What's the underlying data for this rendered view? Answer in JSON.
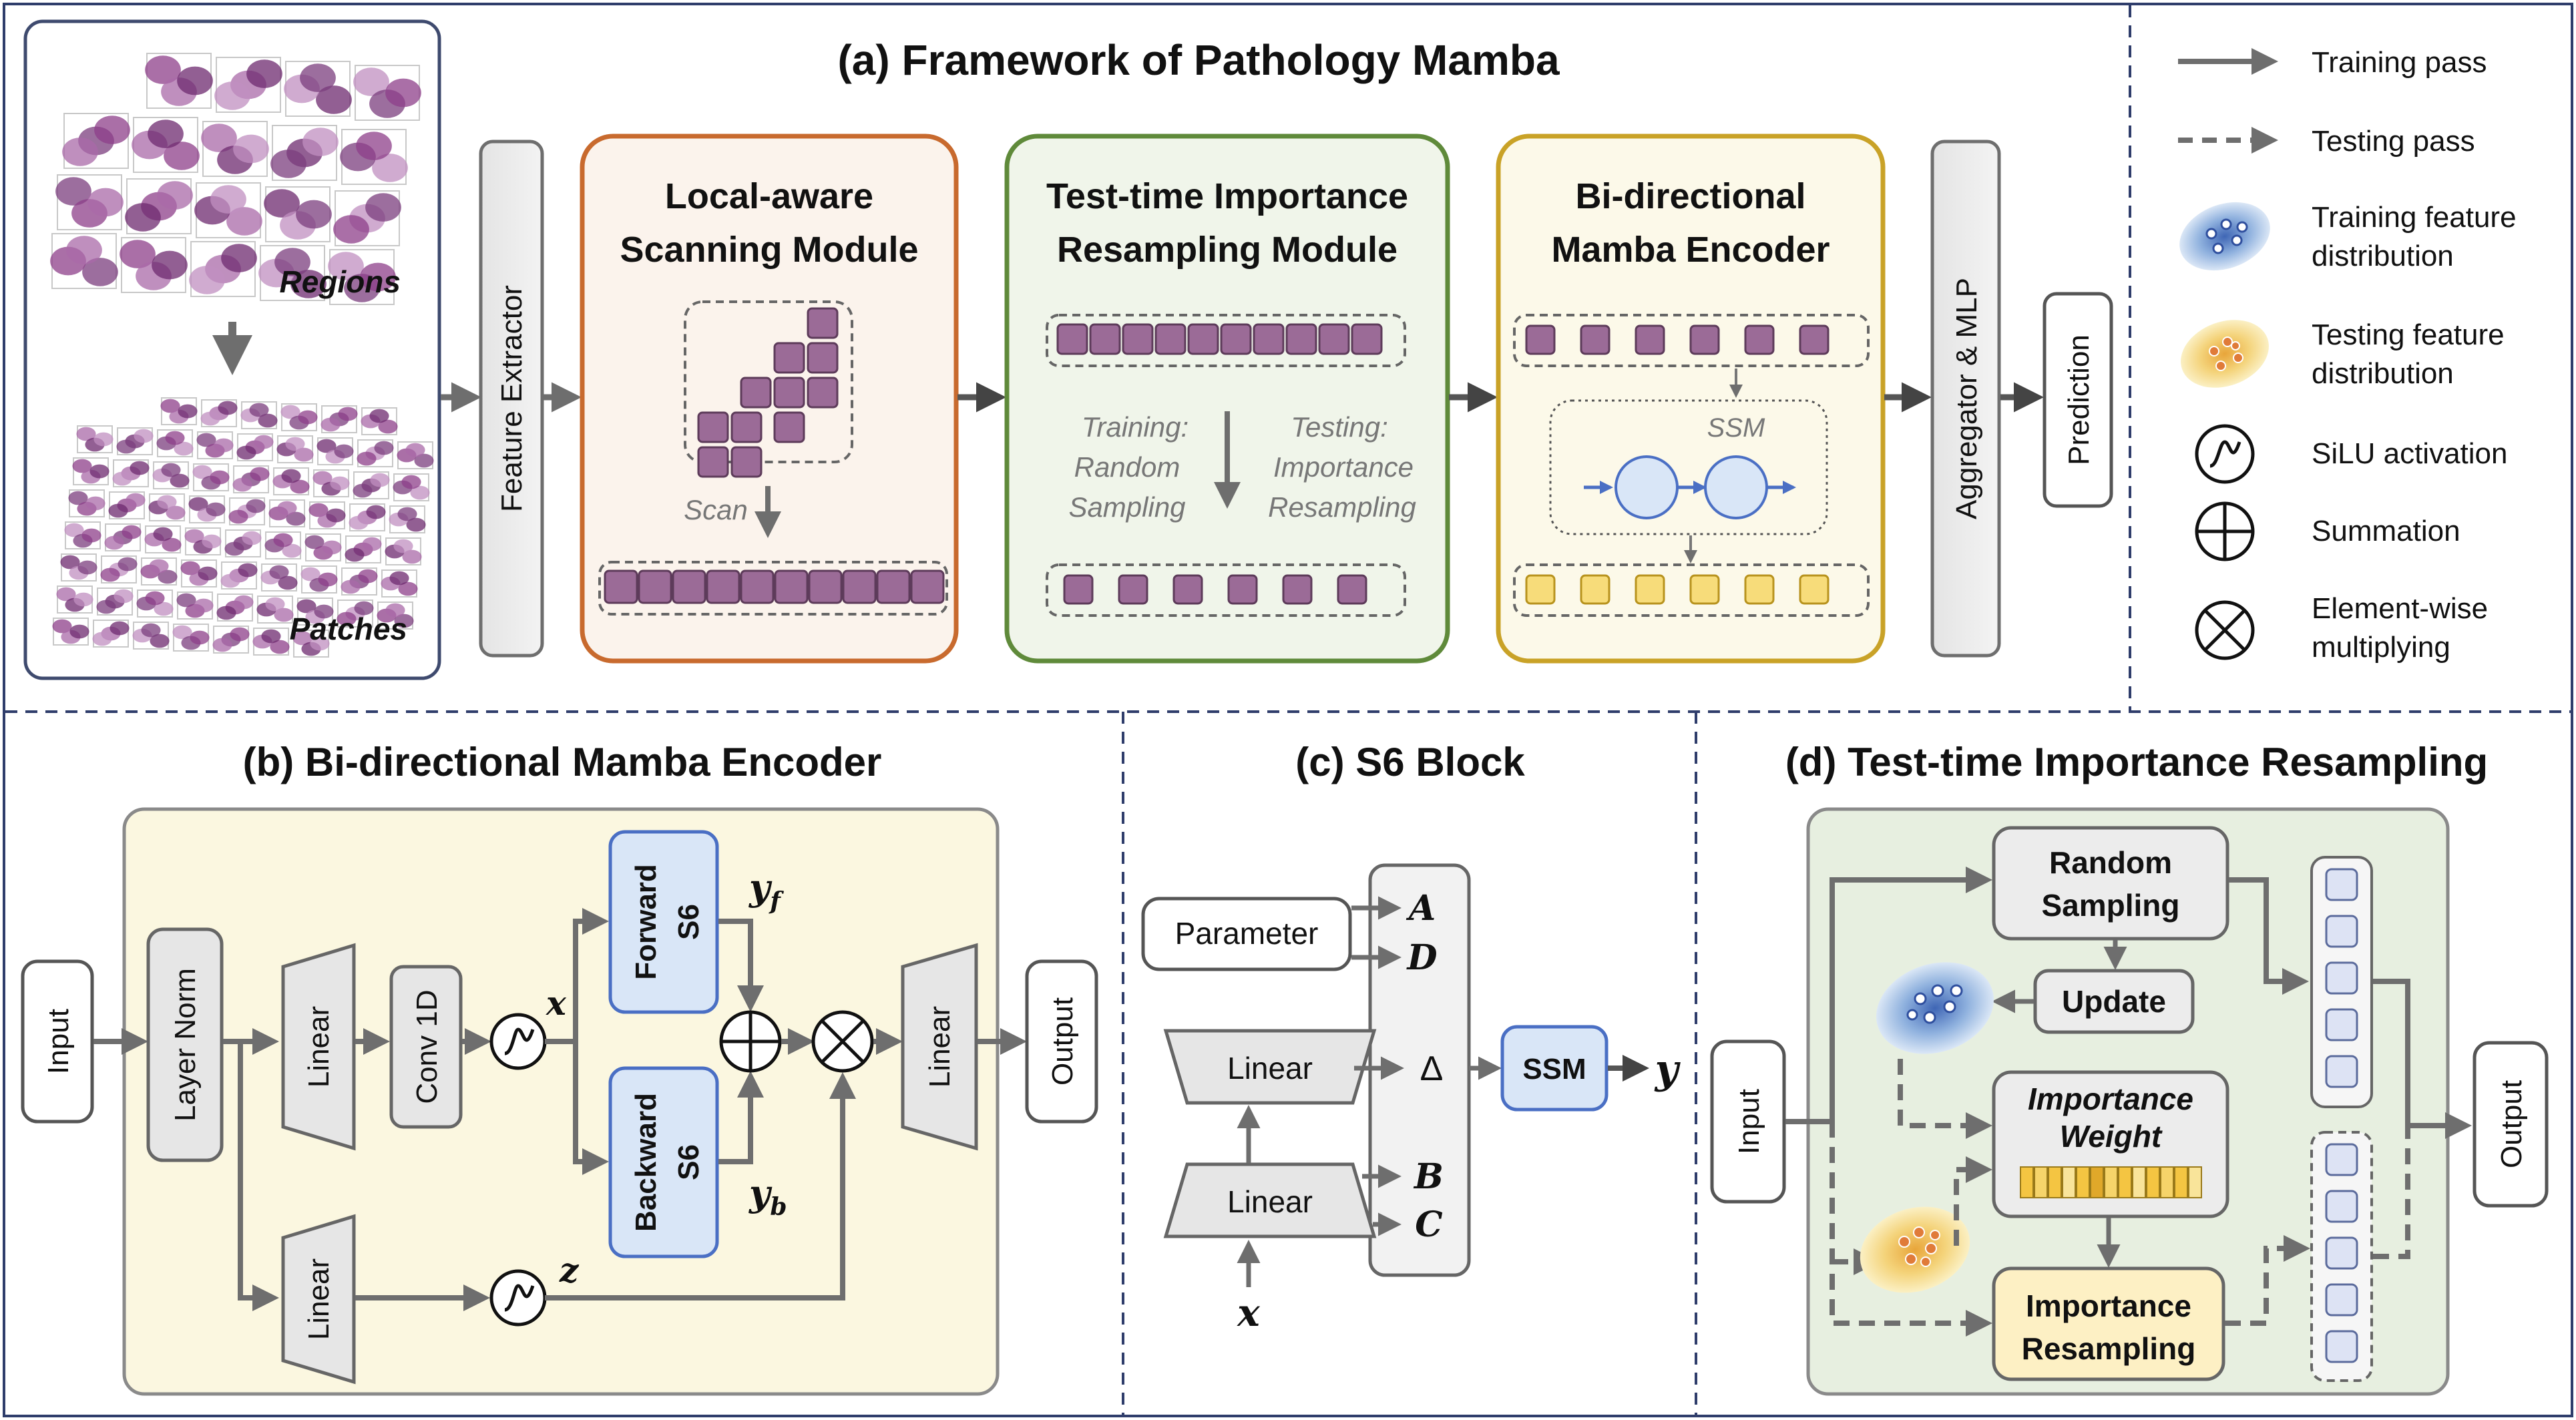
{
  "panel_a": {
    "title": "(a) Framework of Pathology Mamba",
    "regions_label": "Regions",
    "patches_label": "Patches",
    "feature_extractor": "Feature Extractor",
    "local_module": {
      "line1": "Local-aware",
      "line2": "Scanning Module",
      "scan_label": "Scan"
    },
    "tir_module": {
      "line1": "Test-time Importance",
      "line2": "Resampling Module",
      "train_1": "Training:",
      "train_2": "Random",
      "train_3": "Sampling",
      "test_1": "Testing:",
      "test_2": "Importance",
      "test_3": "Resampling"
    },
    "bme_module": {
      "line1": "Bi-directional",
      "line2": "Mamba Encoder",
      "ssm_label": "SSM"
    },
    "aggregator": "Aggregator & MLP",
    "prediction": "Prediction"
  },
  "legend": {
    "training_pass": "Training pass",
    "testing_pass": "Testing pass",
    "train_dist_1": "Training feature",
    "train_dist_2": "distribution",
    "test_dist_1": "Testing feature",
    "test_dist_2": "distribution",
    "silu": "SiLU activation",
    "summation": "Summation",
    "mult_1": "Element-wise",
    "mult_2": "multiplying"
  },
  "panel_b": {
    "title": "(b) Bi-directional Mamba Encoder",
    "input": "Input",
    "layer_norm": "Layer Norm",
    "linear": "Linear",
    "conv": "Conv 1D",
    "forward_1": "Forward",
    "backward_1": "Backward",
    "s6": "S6",
    "x": "x",
    "z": "z",
    "yf": "y",
    "yf_sub": "f",
    "yb": "y",
    "yb_sub": "b",
    "output": "Output"
  },
  "panel_c": {
    "title": "(c) S6 Block",
    "parameter": "Parameter",
    "linear": "Linear",
    "A": "A",
    "D": "D",
    "delta": "Δ",
    "B": "B",
    "C": "C",
    "ssm": "SSM",
    "y": "y",
    "x": "x"
  },
  "panel_d": {
    "title": "(d) Test-time Importance Resampling",
    "input": "Input",
    "random_1": "Random",
    "random_2": "Sampling",
    "update": "Update",
    "iw_1": "Importance",
    "iw_2": "Weight",
    "ir_1": "Importance",
    "ir_2": "Resampling",
    "output": "Output"
  },
  "colors": {
    "purple": "#9b6b97",
    "orange_border": "#c86a2e",
    "green_border": "#5f8a3a",
    "gold_border": "#c9a227",
    "blue_box": "#d9e6f7",
    "yellow_panel": "#fbf7e0",
    "green_panel": "#e7efe0",
    "dashed_navy": "#2f3d6b"
  }
}
